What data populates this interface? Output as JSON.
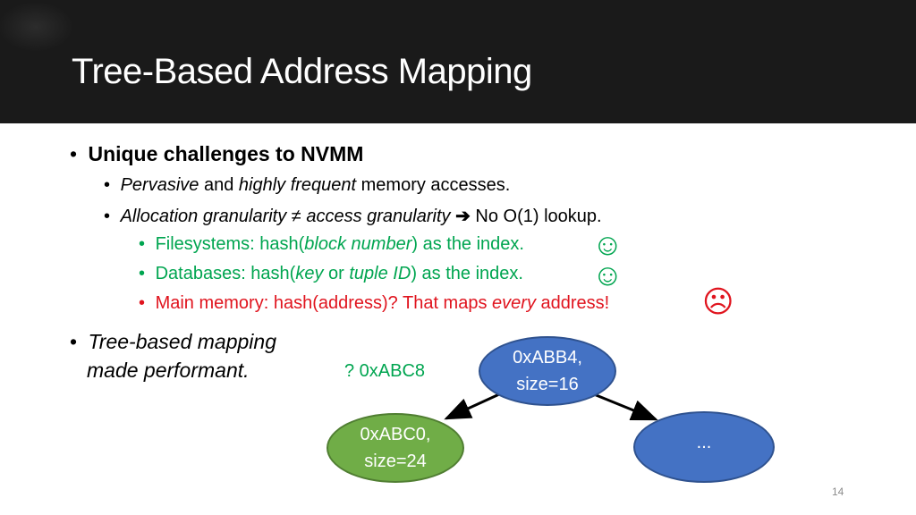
{
  "slide": {
    "title": "Tree-Based Address Mapping",
    "page_number": "14"
  },
  "bullets": {
    "b1": {
      "marker": "•",
      "text": "Unique challenges to NVMM"
    },
    "b1_1": {
      "marker": "•",
      "t1": "Pervasive",
      "t2": " and ",
      "t3": "highly frequent",
      "t4": " memory accesses."
    },
    "b1_2": {
      "marker": "•",
      "t1": "Allocation granularity ≠ access granularity",
      "arrow": " ➔ ",
      "t2": "No O(1) lookup."
    },
    "b1_2_1": {
      "marker": "•",
      "t1": "Filesystems: hash(",
      "t2": "block number",
      "t3": ") as the index."
    },
    "b1_2_2": {
      "marker": "•",
      "t1": "Databases: hash(",
      "t2": "key",
      "t3": " or ",
      "t4": "tuple ID",
      "t5": ") as the index."
    },
    "b1_2_3": {
      "marker": "•",
      "t1": "Main memory: hash(address)? That maps ",
      "t2": "every",
      "t3": " address!"
    },
    "b2": {
      "marker": "•",
      "line1": "Tree-based mapping",
      "line2": "made performant."
    }
  },
  "faces": {
    "happy": "☺",
    "sad": "☹"
  },
  "diagram": {
    "query": "? 0xABC8",
    "root": {
      "line1": "0xABB4,",
      "line2": "size=16"
    },
    "left": {
      "line1": "0xABC0,",
      "line2": "size=24"
    },
    "right": {
      "line1": "..."
    }
  },
  "colors": {
    "green": "#00a550",
    "red": "#e0141e",
    "node_blue": "#4472c4",
    "node_green": "#70ad47"
  }
}
